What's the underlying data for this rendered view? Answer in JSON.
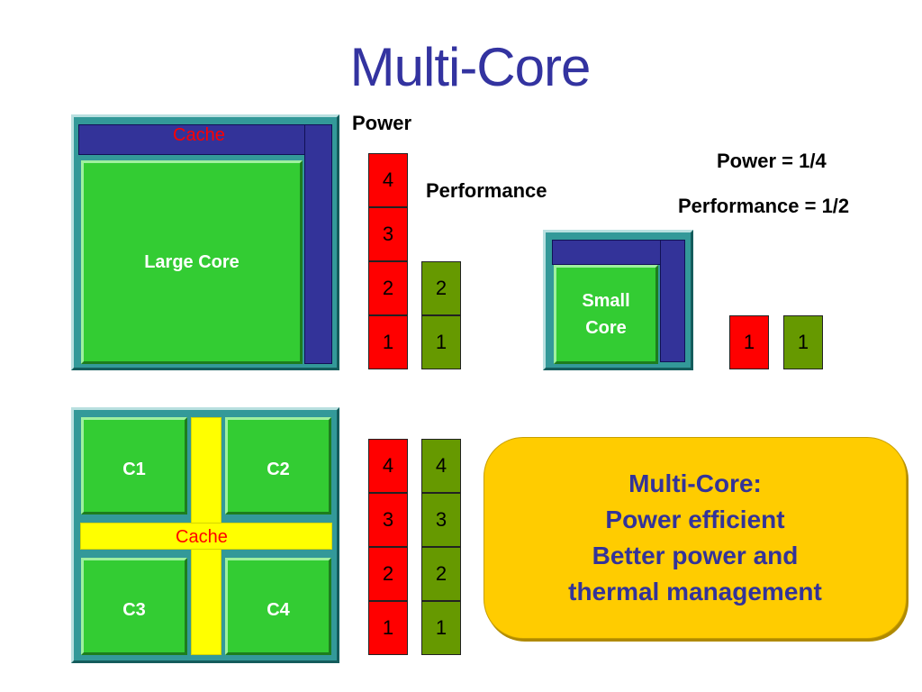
{
  "title": "Multi-Core",
  "labels": {
    "power": "Power",
    "performance": "Performance",
    "power_ratio": "Power = 1/4",
    "performance_ratio": "Performance = 1/2"
  },
  "large_chip": {
    "cache_label": "Cache",
    "core_label": "Large Core"
  },
  "small_chip": {
    "core_label_line1": "Small",
    "core_label_line2": "Core"
  },
  "multi_chip": {
    "cores": [
      "C1",
      "C2",
      "C3",
      "C4"
    ],
    "cache_label": "Cache"
  },
  "bars": {
    "large_power": [
      "4",
      "3",
      "2",
      "1"
    ],
    "large_performance": [
      "2",
      "1"
    ],
    "small_power": [
      "1"
    ],
    "small_performance": [
      "1"
    ],
    "multi_power": [
      "4",
      "3",
      "2",
      "1"
    ],
    "multi_performance": [
      "4",
      "3",
      "2",
      "1"
    ]
  },
  "callout": {
    "line1": "Multi-Core:",
    "line2": "Power efficient",
    "line3": "Better power and",
    "line4": "thermal management"
  },
  "colors": {
    "title": "#3333a0",
    "chip": "#339999",
    "cache_blue": "#333399",
    "core_green": "#33cc33",
    "cache_yellow": "#ffff00",
    "power_bar": "#ff0000",
    "performance_bar": "#669900",
    "callout_bg": "#ffcc00",
    "callout_text": "#333399"
  }
}
